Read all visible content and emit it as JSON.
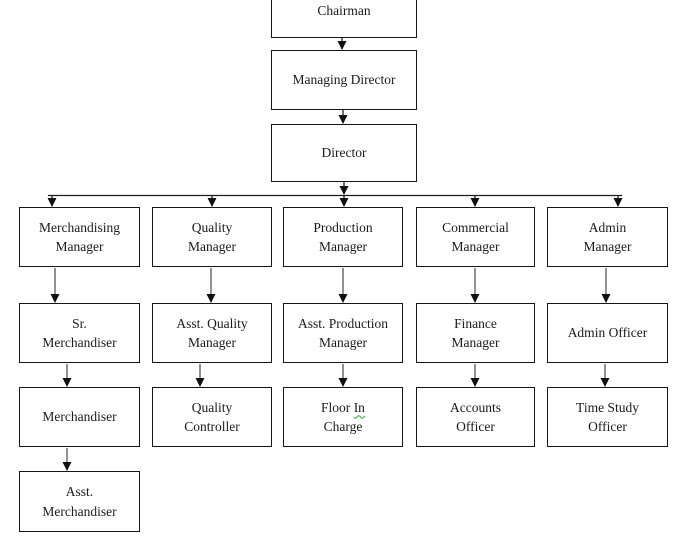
{
  "org_chart": {
    "nodes": {
      "chairman": {
        "label": "Chairman"
      },
      "managing_director": {
        "label": "Managing Director"
      },
      "director": {
        "label": "Director"
      },
      "merchandising_manager": {
        "line1": "Merchandising",
        "line2": "Manager"
      },
      "quality_manager": {
        "line1": "Quality",
        "line2": "Manager"
      },
      "production_manager": {
        "line1": "Production",
        "line2": "Manager"
      },
      "commercial_manager": {
        "line1": "Commercial",
        "line2": "Manager"
      },
      "admin_manager": {
        "line1": "Admin",
        "line2": "Manager"
      },
      "sr_merchandiser": {
        "line1": "Sr.",
        "line2": "Merchandiser"
      },
      "asst_quality_manager": {
        "line1": "Asst. Quality",
        "line2": "Manager"
      },
      "asst_production_manager": {
        "line1": "Asst. Production",
        "line2": "Manager"
      },
      "finance_manager": {
        "line1": "Finance",
        "line2": "Manager"
      },
      "admin_officer": {
        "label": "Admin Officer"
      },
      "merchandiser": {
        "label": "Merchandiser"
      },
      "quality_controller": {
        "line1": "Quality",
        "line2": "Controller"
      },
      "floor_in_charge": {
        "line1_word1": "Floor",
        "line1_word2": "In",
        "line2": "Charge"
      },
      "accounts_officer": {
        "line1": "Accounts",
        "line2": "Officer"
      },
      "time_study_officer": {
        "line1": "Time Study",
        "line2": "Officer"
      },
      "asst_merchandiser": {
        "line1": "Asst.",
        "line2": "Merchandiser"
      }
    },
    "colors": {
      "background": "#ffffff",
      "box_border": "#161616",
      "text": "#1a1a1a",
      "connector_line": "#1f1f1f",
      "connector_shaft_gray": "#575757",
      "arrowhead": "#111111",
      "grammar_squiggle": "#2fa12f"
    }
  }
}
